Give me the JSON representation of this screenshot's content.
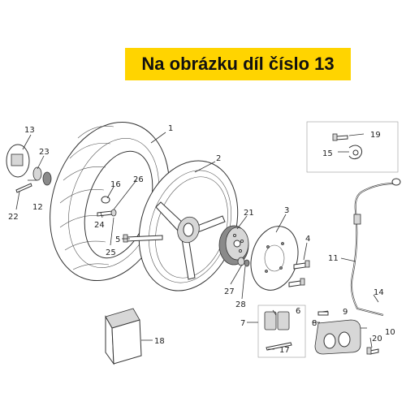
{
  "banner": {
    "text": "Na obrázku díl číslo 13",
    "color": "#FFD400"
  },
  "callouts": [
    "1",
    "2",
    "3",
    "4",
    "5",
    "6",
    "7",
    "8",
    "9",
    "10",
    "11",
    "12",
    "13",
    "14",
    "15",
    "16",
    "17",
    "18",
    "19",
    "20",
    "21",
    "22",
    "23",
    "24",
    "25",
    "26",
    "27",
    "28"
  ]
}
